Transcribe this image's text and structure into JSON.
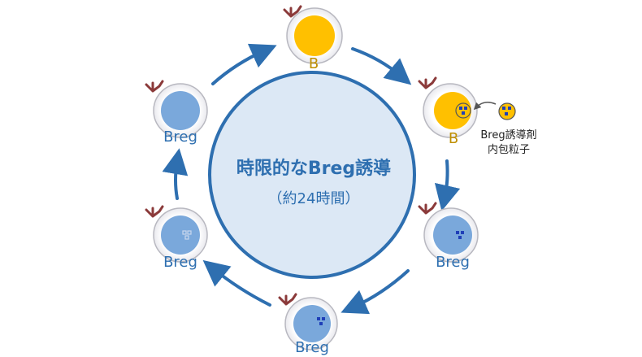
{
  "center": {
    "title": "時限的なBreg誘導",
    "subtitle": "（約24時間）"
  },
  "cells": [
    {
      "label": "B"
    },
    {
      "label": "B"
    },
    {
      "label": "Breg"
    },
    {
      "label": "Breg"
    },
    {
      "label": "Breg"
    },
    {
      "label": "Breg"
    }
  ],
  "particle": {
    "label_line1": "Breg誘導剤",
    "label_line2": "内包粒子"
  },
  "colors": {
    "center_fill": "#dce8f5",
    "center_stroke": "#2e6fb0",
    "arrow": "#2e6fb0",
    "b_nucleus": "#ffc000",
    "b_label": "#bf8f00",
    "breg_nucleus": "#7aa8db",
    "breg_label": "#2e6fb0",
    "receptor": "#8b3a3a",
    "particle_square": "#1f3fb8"
  }
}
